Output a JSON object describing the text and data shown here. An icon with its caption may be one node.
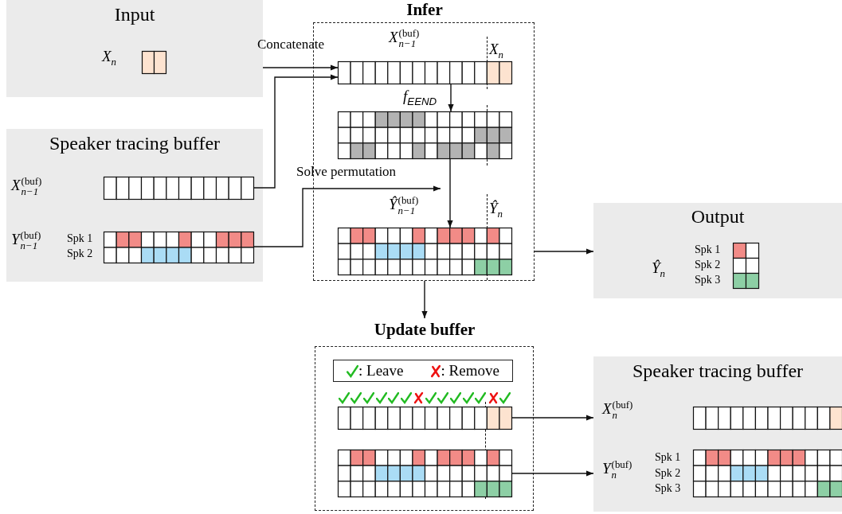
{
  "diagram": {
    "nodes": [
      {
        "text": [
          "Input",
          "X$_{n}$"
        ]
      },
      {
        "text": [],
        "shape": "box",
        "in": 0
      },
      {
        "text": [
          "Speaker tracing buffer",
          "X$^{(buf)}$$_{n−1}$",
          "Y$^{(buf)}$$_{n−1}$",
          "Spk 1",
          "Spk 2"
        ]
      },
      {
        "text": [],
        "shape": "box",
        "in": 2
      },
      {
        "text": [],
        "shape": "box",
        "in": 2
      },
      {
        "text": [
          "Infer",
          "X$^{(buf)}$$_{n−1}$",
          "X$_{n}$",
          "Ŷ$^{(buf)}$$_{n−1}$",
          "Ŷ$_{n}$"
        ]
      },
      {
        "text": [],
        "shape": "box",
        "in": 5
      },
      {
        "text": [],
        "shape": "box",
        "in": 5
      },
      {
        "text": [],
        "shape": "box",
        "in": 5
      },
      {
        "text": [
          "Output",
          "Ŷ$_{n}$",
          "Spk 1",
          "Spk 2",
          "Spk 3"
        ]
      },
      {
        "text": [],
        "shape": "box",
        "in": 9
      },
      {
        "text": [
          "Update buffer"
        ]
      },
      {
        "text": [],
        "shape": "box",
        "in": 11
      },
      {
        "text": [],
        "shape": "box",
        "in": 11
      },
      {
        "text": [
          "Speaker tracing buffer",
          "X$^{(buf)}$$_{n}$",
          "Y$^{(buf)}$$_{n}$",
          "Spk 1",
          "Spk 2",
          "Spk 3"
        ]
      },
      {
        "text": [],
        "shape": "box",
        "in": 14
      },
      {
        "text": [],
        "shape": "box",
        "in": 14
      }
    ],
    "edges": [
      {
        "from": 0,
        "to": 6,
        "arrow": "to",
        "label": "Concatenate"
      },
      {
        "from": 3,
        "to": 6,
        "arrow": "to"
      },
      {
        "from": 4,
        "to": null,
        "arrow": "to",
        "label": "Solve permutation"
      },
      {
        "from": 6,
        "to": 7,
        "arrow": "to",
        "label": "f$_{EEND}$"
      },
      {
        "from": 7,
        "to": 8,
        "arrow": "to"
      },
      {
        "from": 5,
        "to": 9,
        "arrow": "to"
      },
      {
        "from": 5,
        "to": 11,
        "arrow": "to"
      },
      {
        "from": 12,
        "to": 14,
        "arrow": "to"
      },
      {
        "from": 13,
        "to": 14,
        "arrow": "to"
      }
    ],
    "legend": [
      {
        "text": ": Leave"
      },
      {
        "text": ": Remove"
      }
    ]
  }
}
